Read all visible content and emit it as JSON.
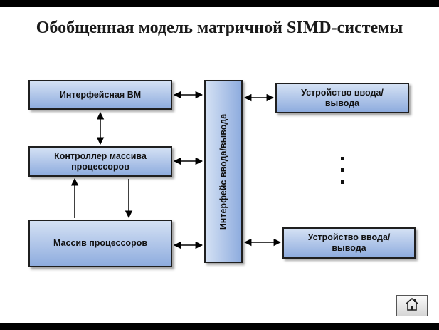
{
  "title": "Обобщенная модель матричной SIMD-системы",
  "blocks": {
    "interface_vm": "Интерфейсная ВМ",
    "array_controller": "Контроллер массива процессоров",
    "processor_array": "Массив процессоров",
    "io_interface": "Интерфейс ввода/вывода",
    "io_device_1": "Устройство ввода/вывода",
    "io_device_2": "Устройство ввода/вывода"
  },
  "ellipsis": "⋮",
  "nav": {
    "home_icon": "home-icon"
  }
}
